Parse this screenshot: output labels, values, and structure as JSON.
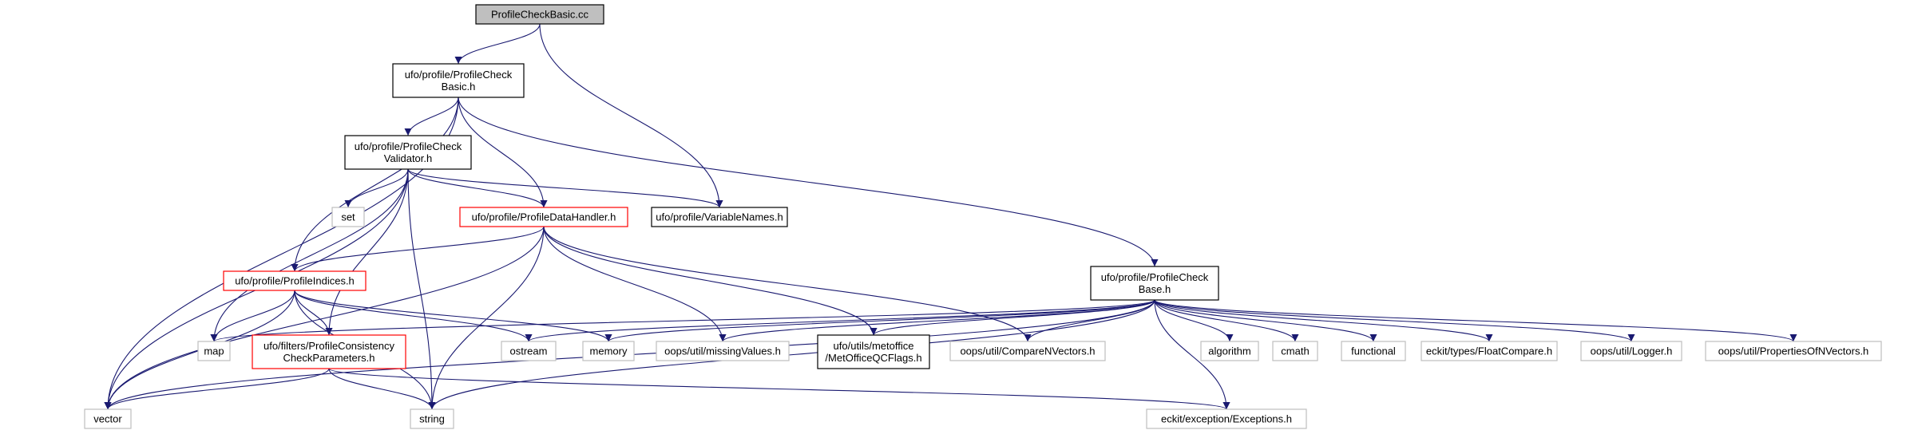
{
  "graph": {
    "type": "include-dependency-graph",
    "colors": {
      "edge": "#191970",
      "root_fill": "#bfbfbf",
      "root_border": "#000000",
      "header_border": "#000000",
      "documented_red_border": "#ff0000",
      "system_border": "#bfbfbf"
    },
    "nodes": [
      {
        "id": "n_root",
        "lines": [
          "ProfileCheckBasic.cc"
        ],
        "kind": "root"
      },
      {
        "id": "n_basic",
        "lines": [
          "ufo/profile/ProfileCheck",
          "Basic.h"
        ],
        "kind": "header"
      },
      {
        "id": "n_validator",
        "lines": [
          "ufo/profile/ProfileCheck",
          "Validator.h"
        ],
        "kind": "header"
      },
      {
        "id": "n_varnames",
        "lines": [
          "ufo/profile/VariableNames.h"
        ],
        "kind": "header"
      },
      {
        "id": "n_handler",
        "lines": [
          "ufo/profile/ProfileDataHandler.h"
        ],
        "kind": "red"
      },
      {
        "id": "n_set",
        "lines": [
          "set"
        ],
        "kind": "system"
      },
      {
        "id": "n_indices",
        "lines": [
          "ufo/profile/ProfileIndices.h"
        ],
        "kind": "red"
      },
      {
        "id": "n_base",
        "lines": [
          "ufo/profile/ProfileCheck",
          "Base.h"
        ],
        "kind": "header"
      },
      {
        "id": "n_map",
        "lines": [
          "map"
        ],
        "kind": "system"
      },
      {
        "id": "n_consist",
        "lines": [
          "ufo/filters/ProfileConsistency",
          "CheckParameters.h"
        ],
        "kind": "red"
      },
      {
        "id": "n_ostream",
        "lines": [
          "ostream"
        ],
        "kind": "system"
      },
      {
        "id": "n_memory",
        "lines": [
          "memory"
        ],
        "kind": "system"
      },
      {
        "id": "n_missing",
        "lines": [
          "oops/util/missingValues.h"
        ],
        "kind": "system"
      },
      {
        "id": "n_metoffice",
        "lines": [
          "ufo/utils/metoffice",
          "/MetOfficeQCFlags.h"
        ],
        "kind": "header"
      },
      {
        "id": "n_comparen",
        "lines": [
          "oops/util/CompareNVectors.h"
        ],
        "kind": "system"
      },
      {
        "id": "n_algorithm",
        "lines": [
          "algorithm"
        ],
        "kind": "system"
      },
      {
        "id": "n_cmath",
        "lines": [
          "cmath"
        ],
        "kind": "system"
      },
      {
        "id": "n_functional",
        "lines": [
          "functional"
        ],
        "kind": "system"
      },
      {
        "id": "n_floatcmp",
        "lines": [
          "eckit/types/FloatCompare.h"
        ],
        "kind": "system"
      },
      {
        "id": "n_logger",
        "lines": [
          "oops/util/Logger.h"
        ],
        "kind": "system"
      },
      {
        "id": "n_propsof",
        "lines": [
          "oops/util/PropertiesOfNVectors.h"
        ],
        "kind": "system"
      },
      {
        "id": "n_vector",
        "lines": [
          "vector"
        ],
        "kind": "system"
      },
      {
        "id": "n_string",
        "lines": [
          "string"
        ],
        "kind": "system"
      },
      {
        "id": "n_exceptions",
        "lines": [
          "eckit/exception/Exceptions.h"
        ],
        "kind": "system"
      }
    ],
    "edges": [
      [
        "n_root",
        "n_basic"
      ],
      [
        "n_root",
        "n_varnames"
      ],
      [
        "n_basic",
        "n_vector"
      ],
      [
        "n_basic",
        "n_indices"
      ],
      [
        "n_basic",
        "n_validator"
      ],
      [
        "n_basic",
        "n_handler"
      ],
      [
        "n_basic",
        "n_base"
      ],
      [
        "n_validator",
        "n_vector"
      ],
      [
        "n_validator",
        "n_map"
      ],
      [
        "n_validator",
        "n_set"
      ],
      [
        "n_validator",
        "n_consist"
      ],
      [
        "n_validator",
        "n_string"
      ],
      [
        "n_validator",
        "n_handler"
      ],
      [
        "n_validator",
        "n_varnames"
      ],
      [
        "n_handler",
        "n_vector"
      ],
      [
        "n_handler",
        "n_indices"
      ],
      [
        "n_handler",
        "n_string"
      ],
      [
        "n_handler",
        "n_missing"
      ],
      [
        "n_handler",
        "n_metoffice"
      ],
      [
        "n_handler",
        "n_comparen"
      ],
      [
        "n_indices",
        "n_vector"
      ],
      [
        "n_indices",
        "n_map"
      ],
      [
        "n_indices",
        "n_string"
      ],
      [
        "n_indices",
        "n_consist"
      ],
      [
        "n_indices",
        "n_ostream"
      ],
      [
        "n_indices",
        "n_memory"
      ],
      [
        "n_consist",
        "n_vector"
      ],
      [
        "n_consist",
        "n_string"
      ],
      [
        "n_consist",
        "n_exceptions"
      ],
      [
        "n_base",
        "n_map"
      ],
      [
        "n_base",
        "n_ostream"
      ],
      [
        "n_base",
        "n_memory"
      ],
      [
        "n_base",
        "n_missing"
      ],
      [
        "n_base",
        "n_metoffice"
      ],
      [
        "n_base",
        "n_comparen"
      ],
      [
        "n_base",
        "n_algorithm"
      ],
      [
        "n_base",
        "n_cmath"
      ],
      [
        "n_base",
        "n_functional"
      ],
      [
        "n_base",
        "n_floatcmp"
      ],
      [
        "n_base",
        "n_logger"
      ],
      [
        "n_base",
        "n_propsof"
      ],
      [
        "n_base",
        "n_vector"
      ],
      [
        "n_base",
        "n_string"
      ],
      [
        "n_base",
        "n_exceptions"
      ]
    ]
  }
}
